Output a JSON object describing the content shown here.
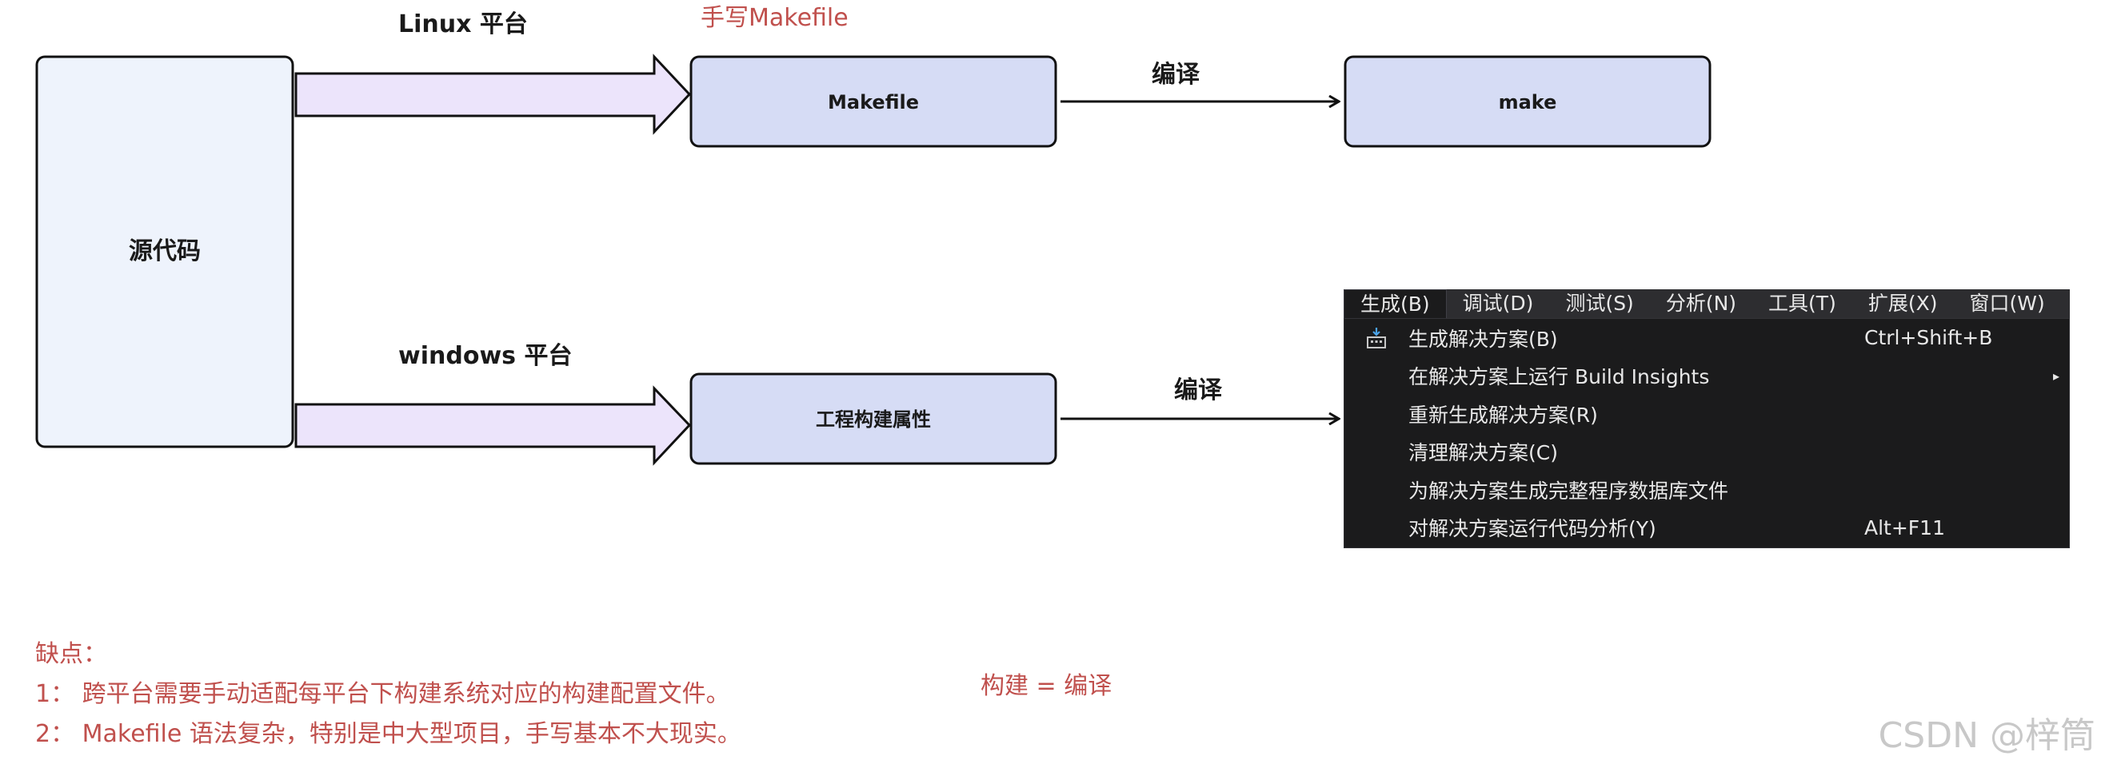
{
  "nodes": {
    "source": "源代码",
    "makefile": "Makefile",
    "make": "make",
    "project_props": "工程构建属性"
  },
  "edges": {
    "linux_platform": "Linux 平台",
    "windows_platform": "windows 平台",
    "compile_top": "编译",
    "compile_bottom": "编译"
  },
  "notes": {
    "handwritten_makefile": "手写Makefile",
    "build_equals_compile": "构建 = 编译",
    "drawbacks_title": "缺点：",
    "drawback_1": "1：  跨平台需要手动适配每平台下构建系统对应的构建配置文件。",
    "drawback_2": "2：  Makefile 语法复杂，特别是中大型项目，手写基本不大现实。"
  },
  "watermark": "CSDN @梓筒",
  "vs_menu": {
    "menubar": [
      "生成(B)",
      "调试(D)",
      "测试(S)",
      "分析(N)",
      "工具(T)",
      "扩展(X)",
      "窗口(W)"
    ],
    "items": [
      {
        "label": "生成解决方案(B)",
        "shortcut": "Ctrl+Shift+B",
        "icon": "build-solution-icon"
      },
      {
        "label": "在解决方案上运行 Build Insights",
        "submenu": "▸"
      },
      {
        "label": "重新生成解决方案(R)"
      },
      {
        "label": "清理解决方案(C)"
      },
      {
        "label": "为解决方案生成完整程序数据库文件"
      },
      {
        "label": "对解决方案运行代码分析(Y)",
        "shortcut": "Alt+F11"
      }
    ]
  },
  "colors": {
    "source_fill": "#eef3fc",
    "box_fill": "#d6dcf5",
    "fat_arrow_fill": "#ece4fb",
    "note_red": "#c0504d",
    "vs_bg": "#2d2d30",
    "vs_dropdown_bg": "#1b1b1c"
  }
}
